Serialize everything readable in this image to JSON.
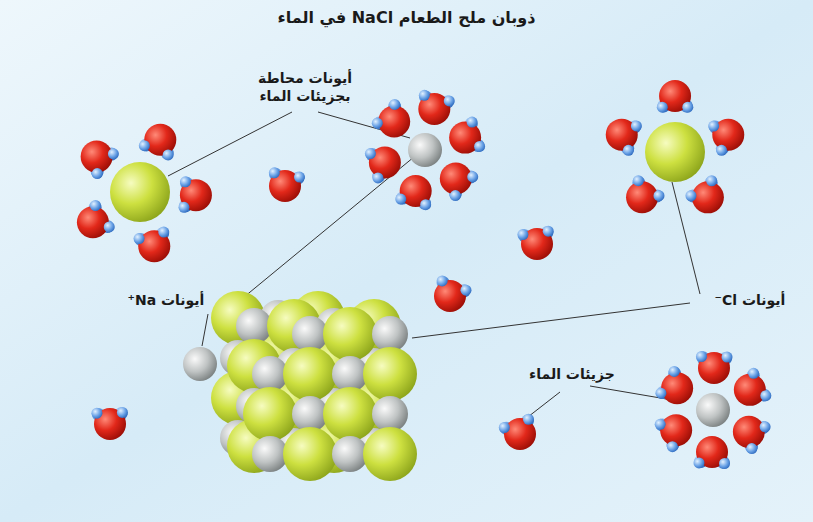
{
  "diagram": {
    "title": "ذوبان ملح الطعام NaCl في الماء",
    "labels": [
      "أيونات محاطة بجزيئات الماء",
      "أيونات Na⁺",
      "أيونات Cl⁻",
      "جزيئات الماء"
    ]
  }
}
